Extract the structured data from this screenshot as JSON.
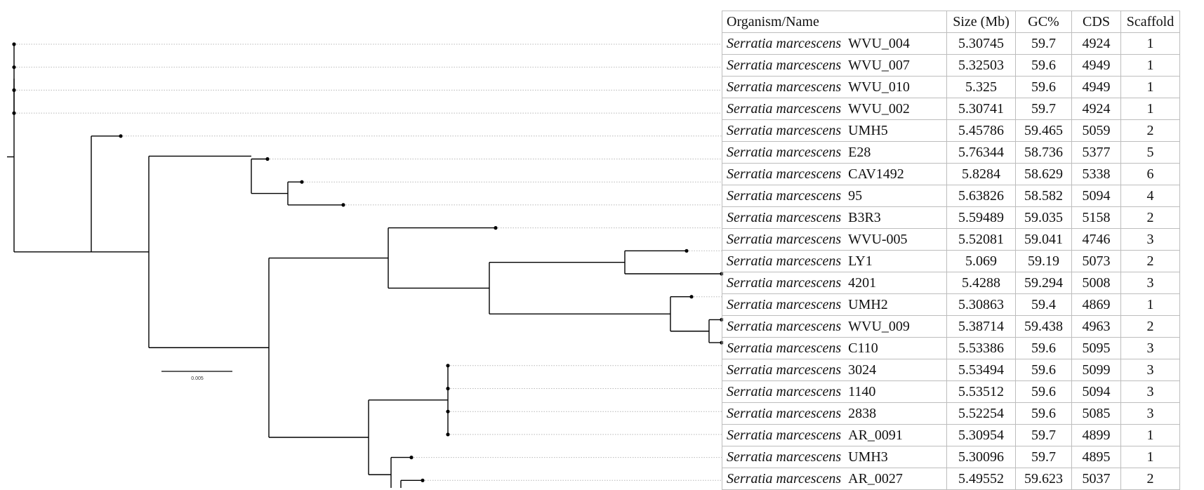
{
  "table": {
    "headers": [
      "Organism/Name",
      "Size (Mb)",
      "GC%",
      "CDS",
      "Scaffold"
    ],
    "rows": [
      {
        "species": "Serratia marcescens",
        "strain": "WVU_004",
        "size": "5.30745",
        "gc": "59.7",
        "cds": "4924",
        "scaffold": "1"
      },
      {
        "species": "Serratia marcescens",
        "strain": "WVU_007",
        "size": "5.32503",
        "gc": "59.6",
        "cds": "4949",
        "scaffold": "1"
      },
      {
        "species": "Serratia marcescens",
        "strain": "WVU_010",
        "size": "5.325",
        "gc": "59.6",
        "cds": "4949",
        "scaffold": "1"
      },
      {
        "species": "Serratia marcescens",
        "strain": "WVU_002",
        "size": "5.30741",
        "gc": "59.7",
        "cds": "4924",
        "scaffold": "1"
      },
      {
        "species": "Serratia marcescens",
        "strain": "UMH5",
        "size": "5.45786",
        "gc": "59.465",
        "cds": "5059",
        "scaffold": "2"
      },
      {
        "species": "Serratia marcescens",
        "strain": "E28",
        "size": "5.76344",
        "gc": "58.736",
        "cds": "5377",
        "scaffold": "5"
      },
      {
        "species": "Serratia marcescens",
        "strain": "CAV1492",
        "size": "5.8284",
        "gc": "58.629",
        "cds": "5338",
        "scaffold": "6"
      },
      {
        "species": "Serratia marcescens",
        "strain": "95",
        "size": "5.63826",
        "gc": "58.582",
        "cds": "5094",
        "scaffold": "4"
      },
      {
        "species": "Serratia marcescens",
        "strain": "B3R3",
        "size": "5.59489",
        "gc": "59.035",
        "cds": "5158",
        "scaffold": "2"
      },
      {
        "species": "Serratia marcescens",
        "strain": "WVU-005",
        "size": "5.52081",
        "gc": "59.041",
        "cds": "4746",
        "scaffold": "3"
      },
      {
        "species": "Serratia marcescens",
        "strain": "LY1",
        "size": "5.069",
        "gc": "59.19",
        "cds": "5073",
        "scaffold": "2"
      },
      {
        "species": "Serratia marcescens",
        "strain": "4201",
        "size": "5.4288",
        "gc": "59.294",
        "cds": "5008",
        "scaffold": "3"
      },
      {
        "species": "Serratia marcescens",
        "strain": "UMH2",
        "size": "5.30863",
        "gc": "59.4",
        "cds": "4869",
        "scaffold": "1"
      },
      {
        "species": "Serratia marcescens",
        "strain": "WVU_009",
        "size": "5.38714",
        "gc": "59.438",
        "cds": "4963",
        "scaffold": "2"
      },
      {
        "species": "Serratia marcescens",
        "strain": "C110",
        "size": "5.53386",
        "gc": "59.6",
        "cds": "5095",
        "scaffold": "3"
      },
      {
        "species": "Serratia marcescens",
        "strain": "3024",
        "size": "5.53494",
        "gc": "59.6",
        "cds": "5099",
        "scaffold": "3"
      },
      {
        "species": "Serratia marcescens",
        "strain": "1140",
        "size": "5.53512",
        "gc": "59.6",
        "cds": "5094",
        "scaffold": "3"
      },
      {
        "species": "Serratia marcescens",
        "strain": "2838",
        "size": "5.52254",
        "gc": "59.6",
        "cds": "5085",
        "scaffold": "3"
      },
      {
        "species": "Serratia marcescens",
        "strain": "AR_0091",
        "size": "5.30954",
        "gc": "59.7",
        "cds": "4899",
        "scaffold": "1"
      },
      {
        "species": "Serratia marcescens",
        "strain": "UMH3",
        "size": "5.30096",
        "gc": "59.7",
        "cds": "4895",
        "scaffold": "1"
      },
      {
        "species": "Serratia marcescens",
        "strain": "AR_0027",
        "size": "5.49552",
        "gc": "59.623",
        "cds": "5037",
        "scaffold": "2"
      }
    ]
  },
  "tree": {
    "scale_bar_label": "0.005",
    "branch_color": "#000000",
    "guide_color": "#b8b8b8"
  }
}
